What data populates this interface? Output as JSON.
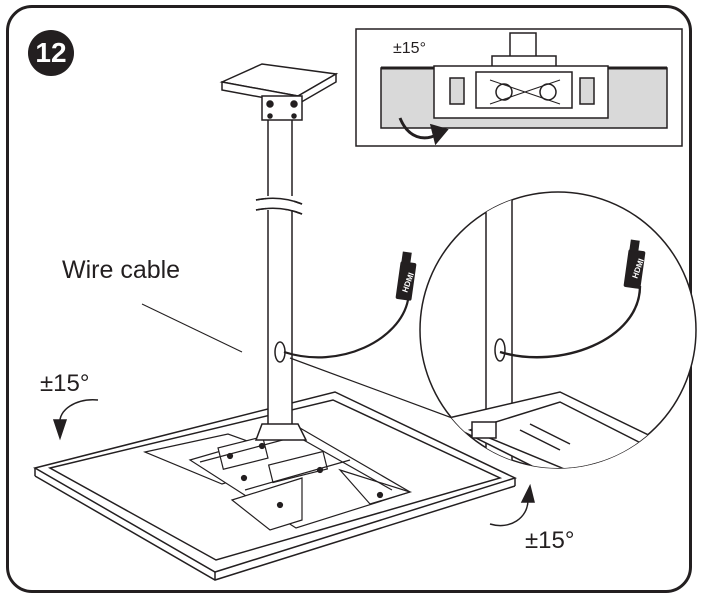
{
  "step_number": "12",
  "labels": {
    "wire_cable": "Wire cable",
    "rotation_left": "±15°",
    "rotation_right": "±15°",
    "rotation_inset": "±15°",
    "hdmi_main": "HDMI",
    "hdmi_detail": "HDMI"
  },
  "colors": {
    "ink": "#231f20",
    "panel_gray": "#d9d9d9",
    "paper": "#ffffff"
  },
  "icons": [
    "rotate-arrow-icon",
    "hdmi-plug-icon"
  ]
}
